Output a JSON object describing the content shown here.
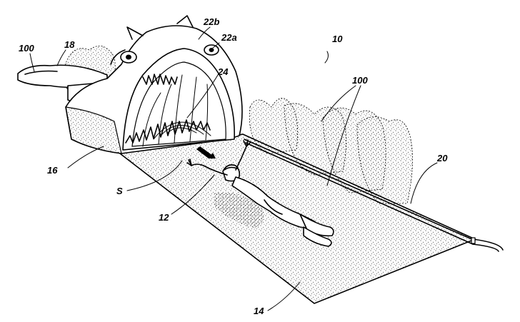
{
  "labels": {
    "l100a": "100",
    "l18": "18",
    "l22b": "22b",
    "l22a": "22a",
    "l10": "10",
    "l24": "24",
    "l100b": "100",
    "l16": "16",
    "l20": "20",
    "lS": "S",
    "l12": "12",
    "l14": "14"
  }
}
